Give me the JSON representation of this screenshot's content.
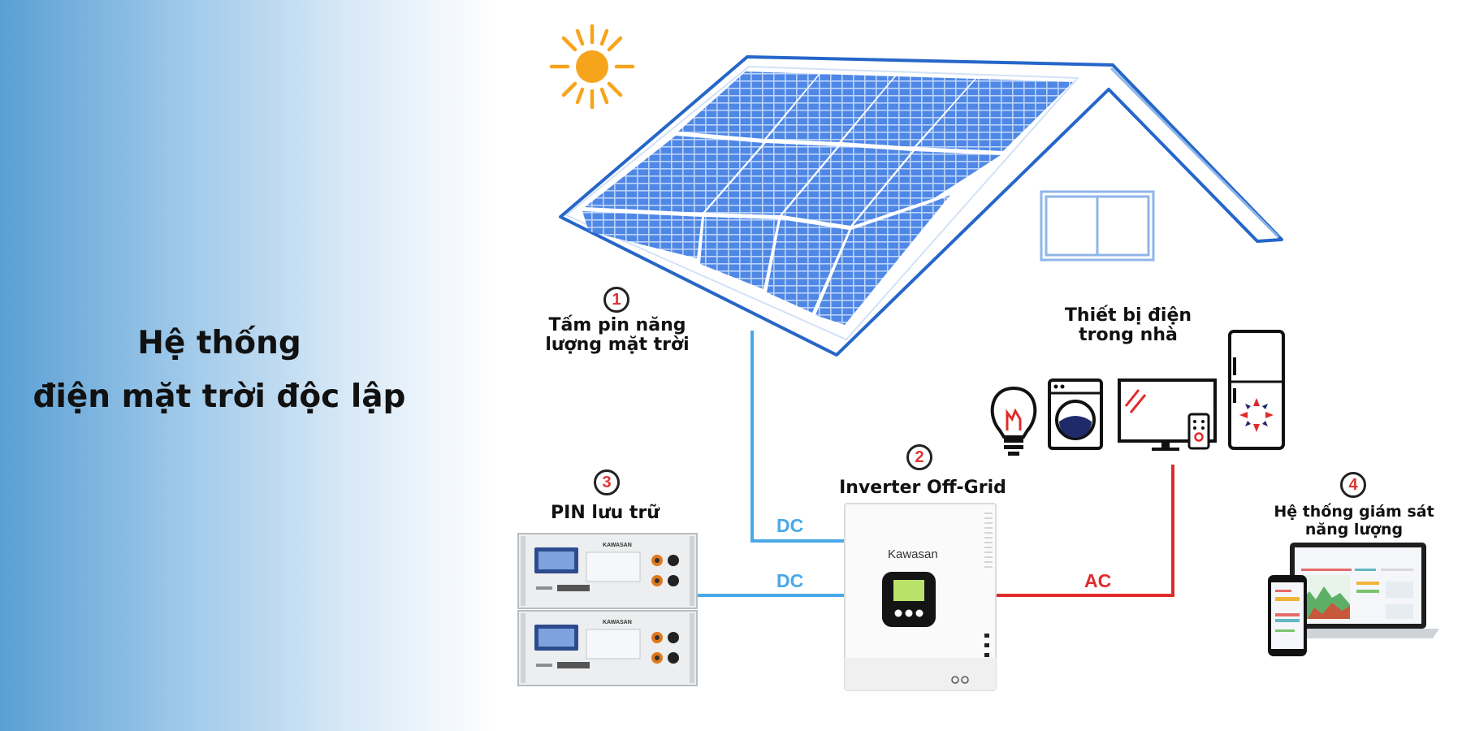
{
  "title": {
    "line1": "Hệ thống",
    "line2": "điện mặt trời độc lập"
  },
  "components": {
    "panel": {
      "number": "1",
      "label_line1": "Tấm pin năng",
      "label_line2": "lượng mặt trời"
    },
    "inverter": {
      "number": "2",
      "label": "Inverter Off-Grid",
      "brand": "Kawasan"
    },
    "battery": {
      "number": "3",
      "label": "PIN lưu trữ",
      "brand": "KAWASAN"
    },
    "monitor": {
      "number": "4",
      "label_line1": "Hệ thống giám sát",
      "label_line2": "năng lượng"
    },
    "appliances": {
      "label_line1": "Thiết bị điện",
      "label_line2": "trong nhà"
    }
  },
  "connections": {
    "panel_to_inverter": "DC",
    "battery_to_inverter": "DC",
    "inverter_to_loads": "AC"
  },
  "icons": [
    "sun-icon",
    "solar-panel-array",
    "house-outline",
    "window-icon",
    "light-bulb-icon",
    "washing-machine-icon",
    "tv-icon",
    "remote-icon",
    "refrigerator-icon",
    "battery-rack",
    "inverter-device",
    "laptop-icon",
    "phone-icon"
  ],
  "colors": {
    "dc_wire": "#4aa8e8",
    "ac_wire": "#e02b2b",
    "panel_cell": "#4f87e6",
    "roof": "#2566c9",
    "sun": "#f7a41d",
    "badge_number": "#e03434"
  }
}
